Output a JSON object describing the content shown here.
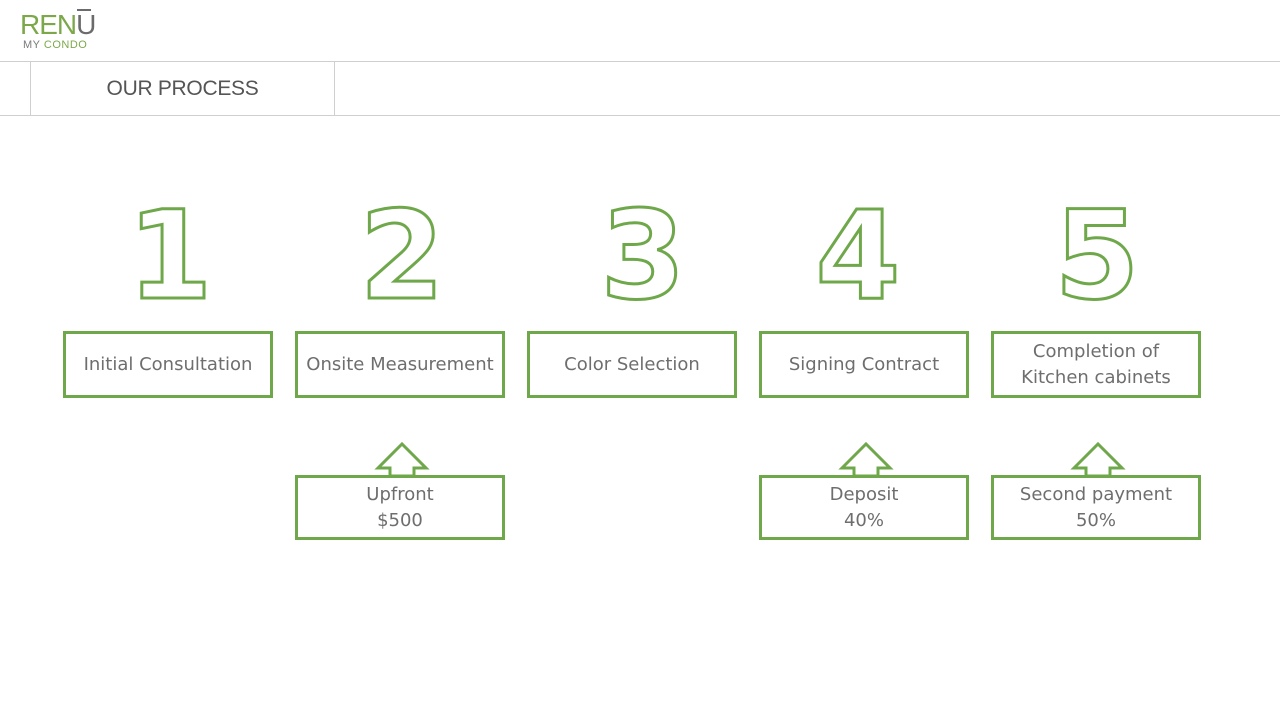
{
  "logo": {
    "main_green": "REN",
    "main_gray": "U",
    "sub_gray": "MY",
    "sub_green": "CONDO"
  },
  "page_title": "OUR PROCESS",
  "steps": [
    {
      "number": "1",
      "label": "Initial Consultation"
    },
    {
      "number": "2",
      "label": "Onsite Measurement"
    },
    {
      "number": "3",
      "label": "Color Selection"
    },
    {
      "number": "4",
      "label": "Signing Contract"
    },
    {
      "number": "5",
      "label": "Completion of\nKitchen cabinets"
    }
  ],
  "payments": [
    {
      "step": "2",
      "label": "Upfront\n$500"
    },
    {
      "step": "4",
      "label": "Deposit\n40%"
    },
    {
      "step": "5",
      "label": "Second payment\n50%"
    }
  ],
  "colors": {
    "accent": "#6fa84b",
    "text": "#6e6e6e",
    "title": "#555555"
  }
}
